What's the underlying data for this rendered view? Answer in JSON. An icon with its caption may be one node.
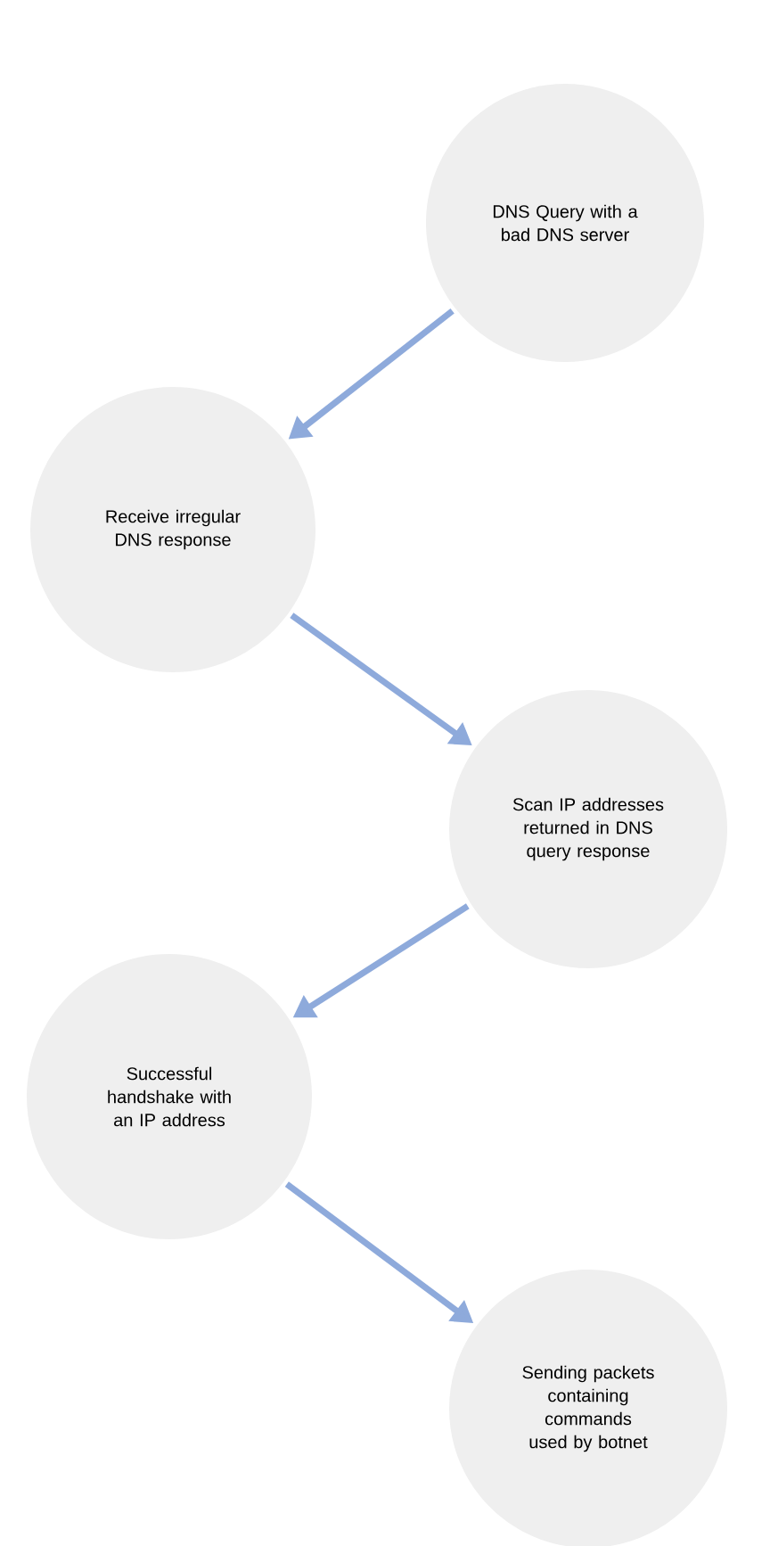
{
  "diagram": {
    "nodes": [
      {
        "text": [
          "DNS Query with a bad DNS server"
        ]
      },
      {
        "text": [
          "Receive irregular DNS response"
        ]
      },
      {
        "text": [
          "Scan IP addresses returned in DNS query response"
        ]
      },
      {
        "text": [
          "Successful handshake with an IP address"
        ]
      },
      {
        "text": [
          "Sending packets containing commands used by botnet"
        ]
      }
    ],
    "edges": [
      {
        "from": 0,
        "to": 1,
        "arrow": "to"
      },
      {
        "from": 1,
        "to": 2,
        "arrow": "to"
      },
      {
        "from": 2,
        "to": 3,
        "arrow": "to"
      },
      {
        "from": 3,
        "to": 4,
        "arrow": "to"
      }
    ]
  }
}
